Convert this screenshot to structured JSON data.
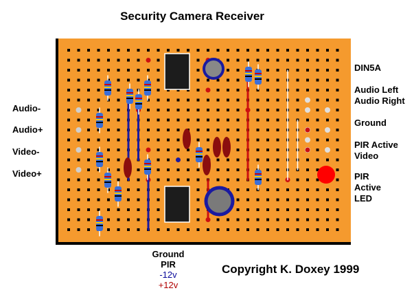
{
  "title": "Security Camera Receiver",
  "left_labels": [
    "Audio-",
    "Audio+",
    "Video-",
    "Video+"
  ],
  "right_labels": {
    "din": "DIN5A",
    "audio_left": "Audio Left",
    "audio_right": "Audio Right",
    "ground": "Ground",
    "pir_active": "PIR Active",
    "video": "Video",
    "pir_led_1": "PIR",
    "pir_led_2": "Active",
    "pir_led_3": "LED"
  },
  "bottom_labels": {
    "ground": "Ground",
    "pir": "PIR",
    "minus12": "-12v",
    "plus12": "+12v"
  },
  "copyright": "Copyright K. Doxey 1999",
  "colors": {
    "board": "#f59a2e",
    "hole": "#000000",
    "blue_wire": "#1a1aa0",
    "red_wire": "#cc1010",
    "minus12_text": "#0a0a9a",
    "plus12_text": "#b00000",
    "led": "#ff0000"
  }
}
